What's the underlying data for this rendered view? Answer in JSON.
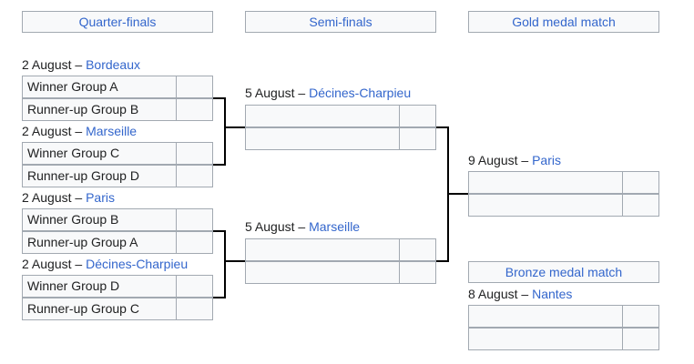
{
  "rounds": {
    "quarterfinals": "Quarter-finals",
    "semifinals": "Semi-finals",
    "gold": "Gold medal match",
    "bronze": "Bronze medal match"
  },
  "qf": [
    {
      "date": "2 August",
      "venue": "Bordeaux",
      "team1": "Winner Group A",
      "team2": "Runner-up Group B",
      "score1": "",
      "score2": ""
    },
    {
      "date": "2 August",
      "venue": "Marseille",
      "team1": "Winner Group C",
      "team2": "Runner-up Group D",
      "score1": "",
      "score2": ""
    },
    {
      "date": "2 August",
      "venue": "Paris",
      "team1": "Winner Group B",
      "team2": "Runner-up Group A",
      "score1": "",
      "score2": ""
    },
    {
      "date": "2 August",
      "venue": "Décines-Charpieu",
      "team1": "Winner Group D",
      "team2": "Runner-up Group C",
      "score1": "",
      "score2": ""
    }
  ],
  "sf": [
    {
      "date": "5 August",
      "venue": "Décines-Charpieu",
      "team1": "",
      "team2": "",
      "score1": "",
      "score2": ""
    },
    {
      "date": "5 August",
      "venue": "Marseille",
      "team1": "",
      "team2": "",
      "score1": "",
      "score2": ""
    }
  ],
  "gold": {
    "date": "9 August",
    "venue": "Paris",
    "team1": "",
    "team2": "",
    "score1": "",
    "score2": ""
  },
  "bronze": {
    "date": "8 August",
    "venue": "Nantes",
    "team1": "",
    "team2": "",
    "score1": "",
    "score2": ""
  },
  "separator": " – ",
  "colors": {
    "link": "#3366cc",
    "border": "#a2a9b1",
    "cell_bg": "#f8f9fa",
    "connector": "#000000"
  }
}
